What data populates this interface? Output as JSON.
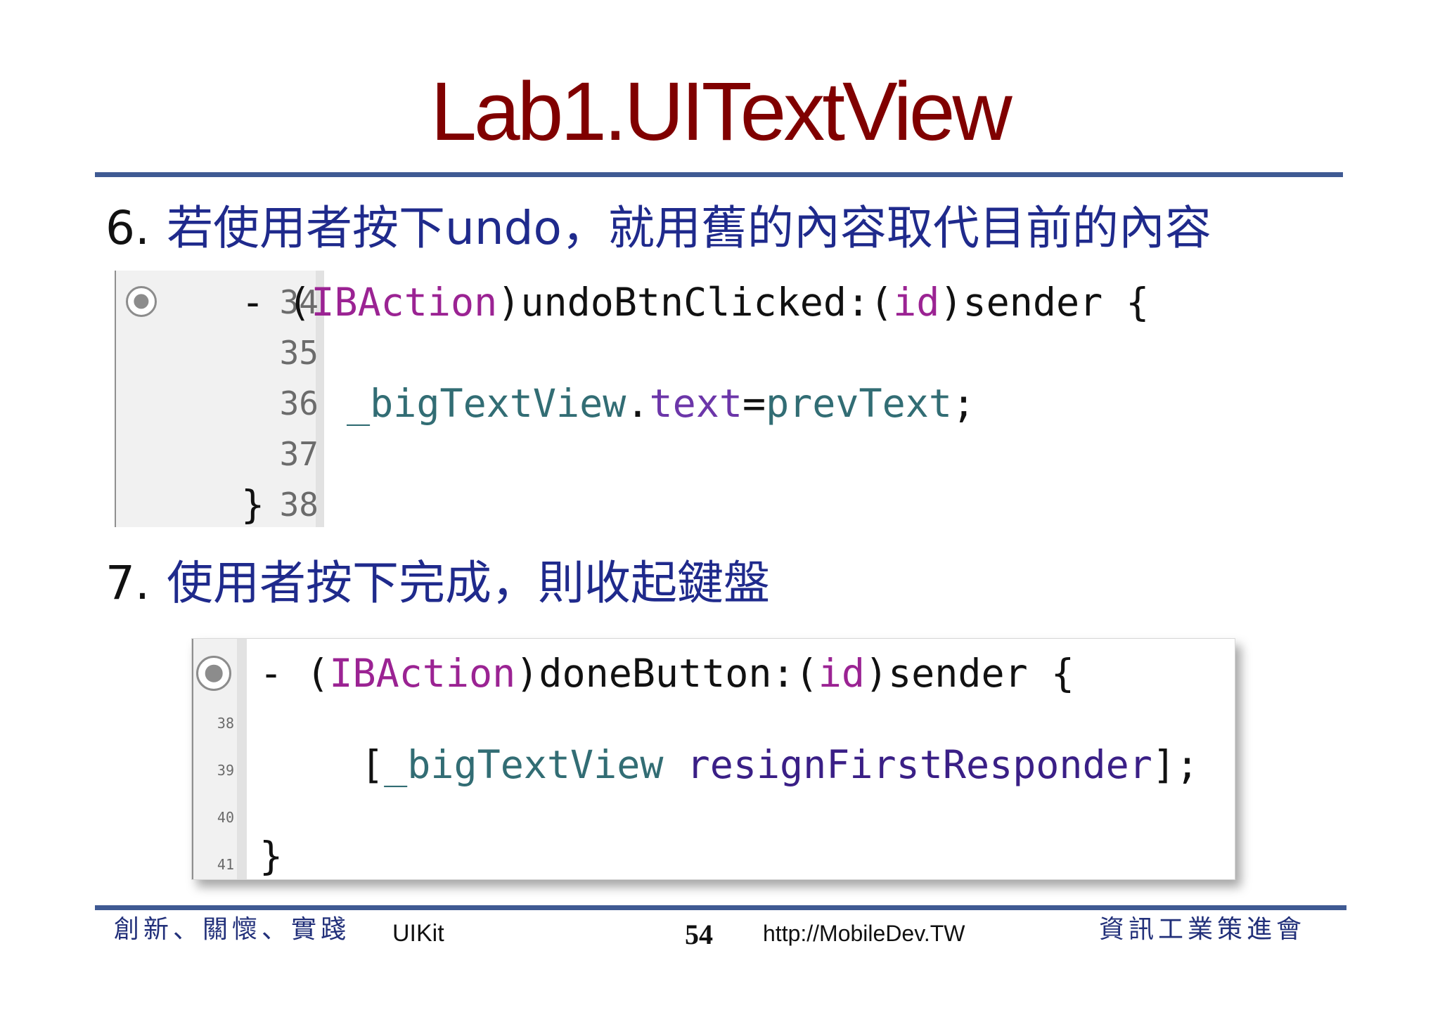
{
  "slide": {
    "title": "Lab1.UITextView"
  },
  "steps": [
    {
      "number": "6.",
      "text": "若使用者按下undo，就用舊的內容取代目前的內容"
    },
    {
      "number": "7.",
      "text": "使用者按下完成，則收起鍵盤"
    }
  ],
  "code1": {
    "line_numbers": [
      "34",
      "35",
      "36",
      "37",
      "38"
    ],
    "line1": {
      "dash": "- (",
      "type": "IBAction",
      "name": ")undoBtnClicked:(",
      "id": "id",
      "rest": ")sender {"
    },
    "line2": {
      "ivar": "_bigTextView",
      "dot": ".",
      "prop": "text",
      "eq": "=",
      "var": "prevText",
      "semi": ";"
    },
    "line3": "}"
  },
  "code2": {
    "line_numbers": [
      "38",
      "39",
      "40",
      "41"
    ],
    "line1": {
      "dash": "- (",
      "type": "IBAction",
      "name": ")doneButton:(",
      "id": "id",
      "rest": ")sender {"
    },
    "line2": {
      "open": "[",
      "ivar": "_bigTextView",
      "method": "resignFirstResponder",
      "close": "];"
    },
    "line3": "}"
  },
  "footer": {
    "motto": "創新、關懷、實踐",
    "topic": "UIKit",
    "page": "54",
    "url": "http://MobileDev.TW",
    "org": "資訊工業策進會"
  },
  "colors": {
    "title": "#800000",
    "rule": "#3f5a93",
    "step_text": "#1f2a8c",
    "keyword": "#9b2393",
    "identifier": "#326d74"
  }
}
